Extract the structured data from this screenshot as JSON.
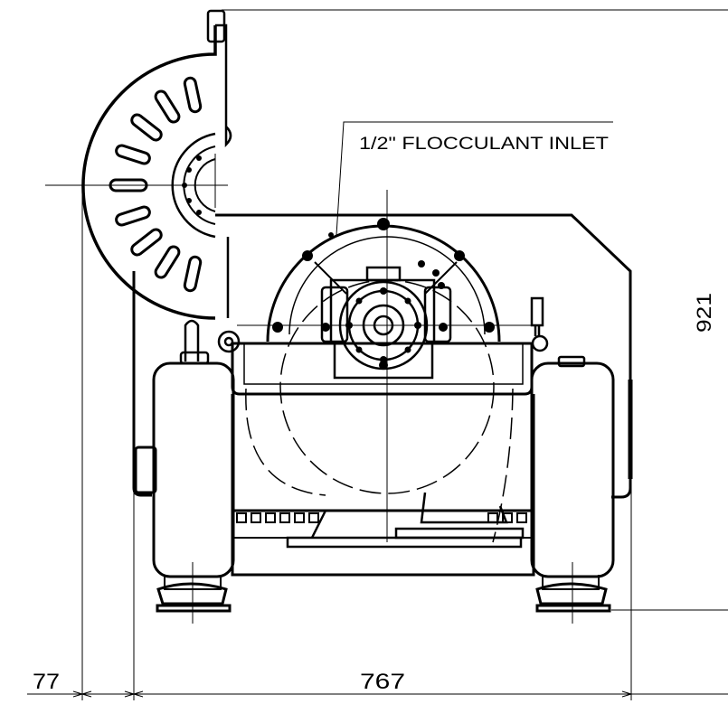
{
  "callout": {
    "flocculant_inlet": "1/2\" FLOCCULANT INLET"
  },
  "dimensions": {
    "left_offset": "77",
    "overall_width": "767",
    "overall_height": "921"
  },
  "colors": {
    "line": "#000000",
    "background": "#ffffff"
  }
}
